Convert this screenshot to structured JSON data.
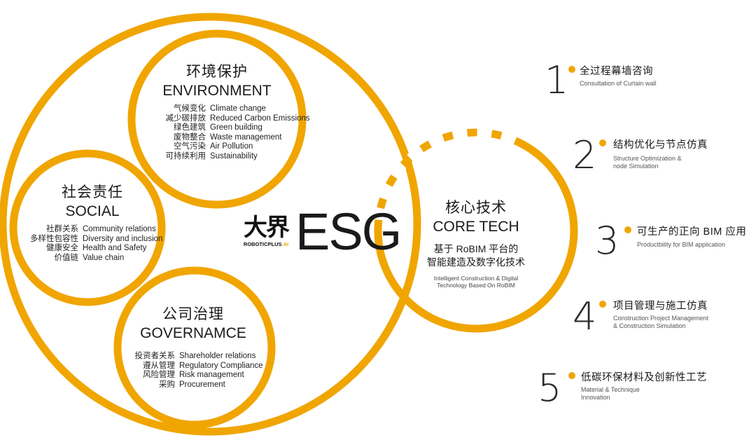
{
  "colors": {
    "accent": "#f0a500",
    "text": "#1a1a1a"
  },
  "environment": {
    "title_zh": "环境保护",
    "title_en": "ENVIRONMENT",
    "items": [
      {
        "zh": "气候变化",
        "en": "Climate change"
      },
      {
        "zh": "减少碳排放",
        "en": "Reduced Carbon Emissions"
      },
      {
        "zh": "绿色建筑",
        "en": "Green building"
      },
      {
        "zh": "废物整合",
        "en": "Waste management"
      },
      {
        "zh": "空气污染",
        "en": "Air Pollution"
      },
      {
        "zh": "可持续利用",
        "en": "Sustainability"
      }
    ]
  },
  "social": {
    "title_zh": "社会责任",
    "title_en": "SOCIAL",
    "items": [
      {
        "zh": "社群关系",
        "en": "Community relations"
      },
      {
        "zh": "多样性包容性",
        "en": "Diversity and inclusion"
      },
      {
        "zh": "健康安全",
        "en": "Health and Safety"
      },
      {
        "zh": "价值链",
        "en": "Value chain"
      }
    ]
  },
  "governance": {
    "title_zh": "公司治理",
    "title_en": "GOVERNAMCE",
    "items": [
      {
        "zh": "投资者关系",
        "en": "Shareholder relations"
      },
      {
        "zh": "遵从管理",
        "en": "Regulatory Compliance"
      },
      {
        "zh": "风险管理",
        "en": "Risk management"
      },
      {
        "zh": "采购",
        "en": "Procurement"
      }
    ]
  },
  "core": {
    "title_zh": "核心技术",
    "title_en": "CORE TECH",
    "subtitle_zh_1": "基于 RoBIM 平台的",
    "subtitle_zh_2": "智能建造及数字化技术",
    "subtitle_en_1": "Intelligent Construction & Digital",
    "subtitle_en_2": "Technology Based On RoBIM"
  },
  "logo": {
    "zh": "大界",
    "en_main": "ROBOTICPLUS",
    "en_suffix": ".AI",
    "esg": "ESG"
  },
  "steps": [
    {
      "num": "1",
      "zh": "全过程幕墙咨询",
      "en_lines": [
        "Consultation of Curtain wall"
      ]
    },
    {
      "num": "2",
      "zh": "结构优化与节点仿真",
      "en_lines": [
        "Structure Optimization &",
        "node Simulation"
      ]
    },
    {
      "num": "3",
      "zh": "可生产的正向 BIM 应用",
      "en_lines": [
        "Productbility for BIM application"
      ]
    },
    {
      "num": "4",
      "zh": "项目管理与施工仿真",
      "en_lines": [
        "Construction Project Management",
        "& Construction Simulation"
      ]
    },
    {
      "num": "5",
      "zh": "低碳环保材料及创新性工艺",
      "en_lines": [
        "Material & Technique",
        "Innovation"
      ]
    }
  ]
}
